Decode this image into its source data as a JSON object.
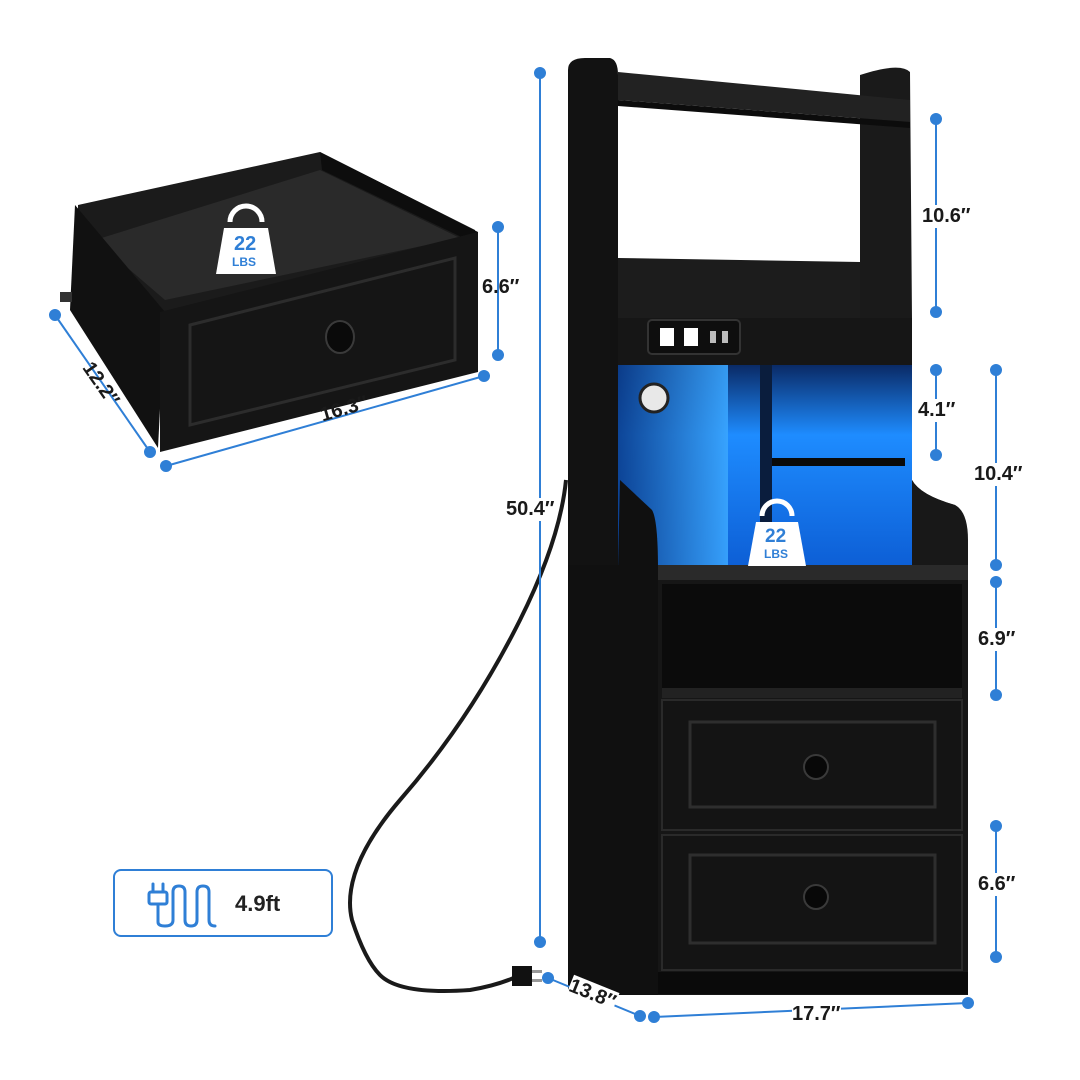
{
  "product": {
    "dimensions": {
      "drawer_height": "6.6″",
      "drawer_depth": "12.2″",
      "drawer_width": "16.3″",
      "overall_height": "50.4″",
      "top_shelf": "10.6″",
      "socket_gap": "4.1″",
      "lit_section": "10.4″",
      "open_cubby": "6.9″",
      "lower_drawer": "6.6″",
      "depth": "13.8″",
      "width": "17.7″"
    },
    "load_badges": [
      {
        "value": "22",
        "unit": "LBS"
      },
      {
        "value": "22",
        "unit": "LBS"
      }
    ],
    "cord": {
      "length": "4.9ft",
      "icon": "plug-cord-icon"
    },
    "colors": {
      "accent": "#2f7fd6",
      "body": "#151515",
      "led": "#1e8cff"
    }
  }
}
